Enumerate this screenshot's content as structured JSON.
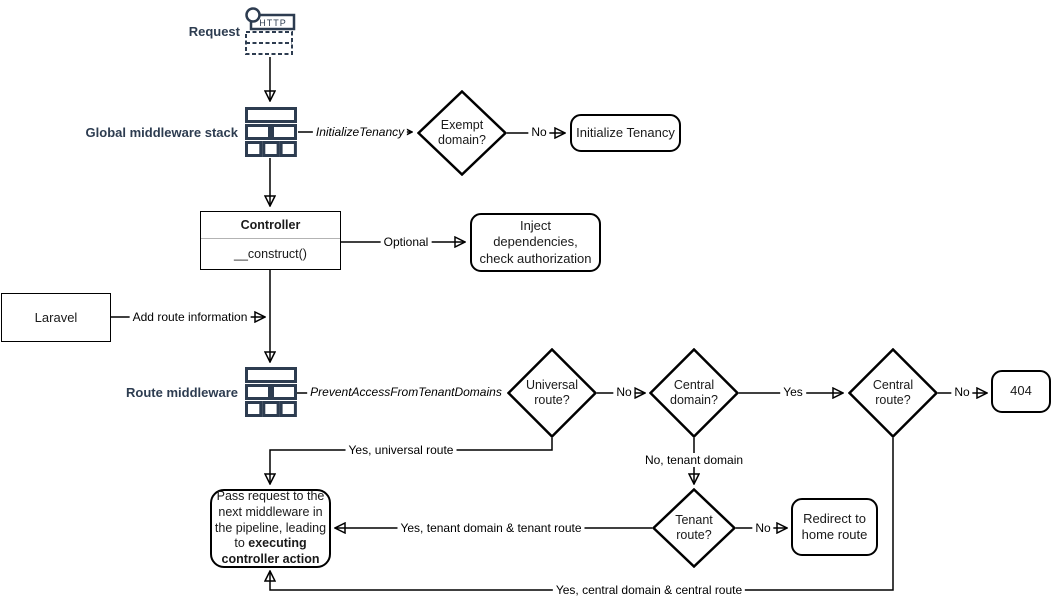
{
  "nodes": {
    "request": {
      "label": "Request"
    },
    "global_middleware": {
      "label": "Global middleware stack"
    },
    "exempt_domain": {
      "label": "Exempt domain?"
    },
    "initialize_tenancy": {
      "label": "Initialize Tenancy"
    },
    "controller": {
      "title": "Controller",
      "method": "__construct()"
    },
    "inject_dependencies": {
      "label": "Inject dependencies, check authorization"
    },
    "laravel": {
      "label": "Laravel"
    },
    "route_middleware": {
      "label": "Route middleware"
    },
    "universal_route": {
      "label": "Universal route?"
    },
    "central_domain": {
      "label": "Central domain?"
    },
    "central_route": {
      "label": "Central route?"
    },
    "not_found": {
      "label": "404"
    },
    "tenant_route": {
      "label": "Tenant route?"
    },
    "redirect_home": {
      "label": "Redirect to home route"
    },
    "pass_request": {
      "text_normal": "Pass request to the next middleware in the pipeline, leading to ",
      "text_bold": "executing controller action"
    }
  },
  "edge_labels": {
    "initialize_tenancy": "InitializeTenancy",
    "no_exempt": "No",
    "optional": "Optional",
    "add_route_information": "Add route information",
    "prevent_access": "PreventAccessFromTenantDomains",
    "no_universal": "No",
    "yes_central_domain": "Yes",
    "no_central_route": "No",
    "yes_universal_route": "Yes, universal route",
    "no_tenant_domain": "No, tenant domain",
    "no_tenant_route": "No",
    "yes_tenant_route": "Yes, tenant domain & tenant route",
    "yes_central_route": "Yes, central domain & central route"
  },
  "icons": {
    "http_label": "HTTP"
  },
  "colors": {
    "accent_navy": "#2d3c50",
    "line": "#000000",
    "node_fill": "#ffffff"
  }
}
